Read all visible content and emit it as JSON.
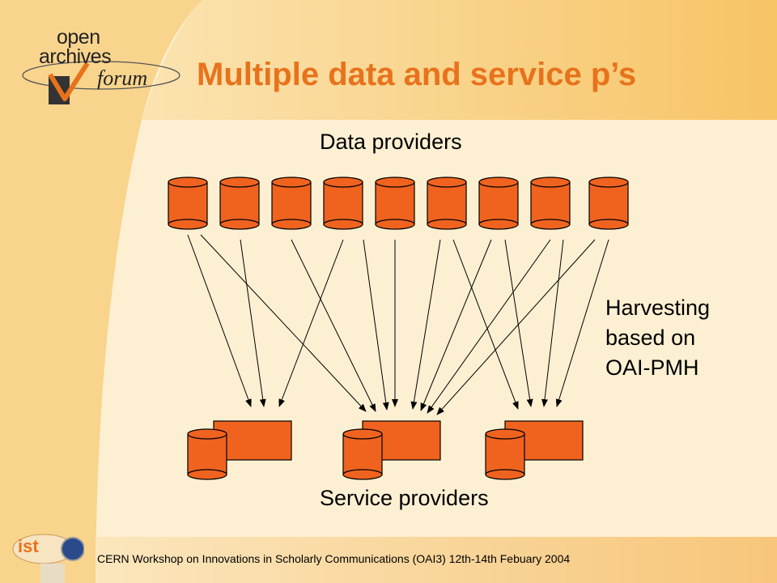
{
  "slide": {
    "title": "Multiple data and service p’s",
    "footer": "CERN Workshop on Innovations in Scholarly Communications (OAI3)  12th-14th Febuary 2004"
  },
  "logo": {
    "line1": "open",
    "line2": "archives",
    "line3": "forum"
  },
  "ist_logo": {
    "text": "ist"
  },
  "diagram": {
    "data_providers_label": "Data providers",
    "service_providers_label": "Service providers",
    "harvesting_label": [
      "Harvesting",
      "based on",
      "OAI-PMH"
    ]
  },
  "colors": {
    "accent": "#e8721c",
    "shape_fill": "#f0631f",
    "background": "#fdf0d2"
  }
}
